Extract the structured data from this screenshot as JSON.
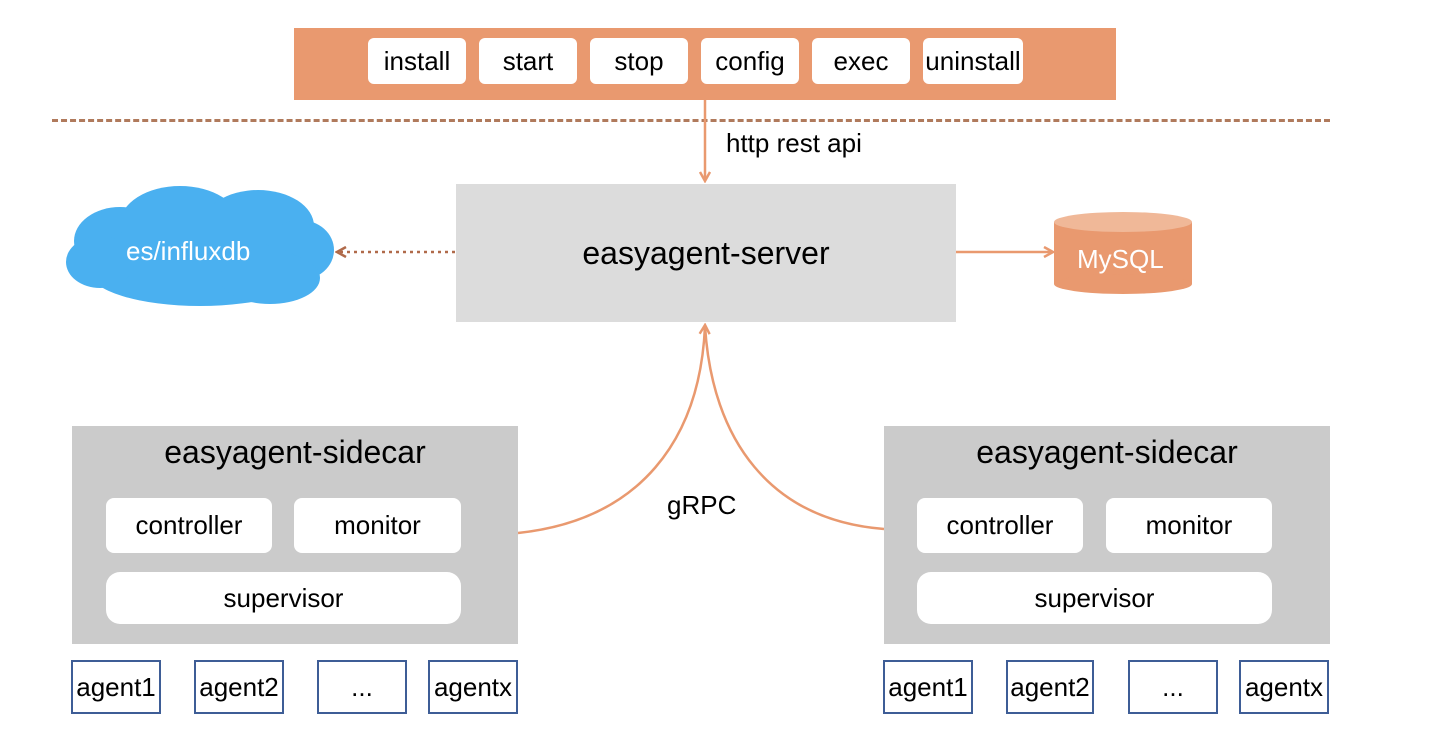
{
  "commands": [
    "install",
    "start",
    "stop",
    "config",
    "exec",
    "uninstall"
  ],
  "http_label": "http rest api",
  "server_label": "easyagent-server",
  "storage_label": "es/influxdb",
  "db_label": "MySQL",
  "grpc_label": "gRPC",
  "sidecars": [
    {
      "title": "easyagent-sidecar",
      "controller": "controller",
      "monitor": "monitor",
      "supervisor": "supervisor",
      "agents": [
        "agent1",
        "agent2",
        "...",
        "agentx"
      ]
    },
    {
      "title": "easyagent-sidecar",
      "controller": "controller",
      "monitor": "monitor",
      "supervisor": "supervisor",
      "agents": [
        "agent1",
        "agent2",
        "...",
        "agentx"
      ]
    }
  ],
  "colors": {
    "command_bar": "#e9996f",
    "arrow": "#e9996f",
    "dotted_arrow": "#b06a4a",
    "cloud": "#4ab0f0",
    "database": "#e9996f",
    "server": "#dcdcdc",
    "sidecar": "#cbcbcb",
    "agent_border": "#3e5d96"
  }
}
